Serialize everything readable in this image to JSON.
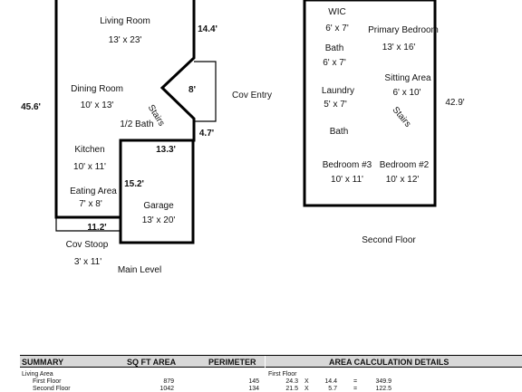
{
  "plan": {
    "main_level": {
      "label": "Main Level",
      "height_dim": "45.6'",
      "rooms": [
        {
          "name": "Living Room",
          "size": "13' x 23'"
        },
        {
          "name": "Dining Room",
          "size": "10' x 13'"
        },
        {
          "name": "Kitchen",
          "size": "10' x 11'"
        },
        {
          "name": "Eating Area",
          "size": "7' x 8'"
        },
        {
          "name": "Garage",
          "size": "13' x 20'"
        },
        {
          "name": "1/2 Bath"
        },
        {
          "name": "Stairs"
        },
        {
          "name": "Cov Entry"
        },
        {
          "name": "Cov Stoop",
          "size": "3' x 11'"
        }
      ],
      "dims": {
        "d1": "14.4'",
        "d2": "8'",
        "d3": "4.7'",
        "d4": "13.3'",
        "d5": "15.2'",
        "d6": "11.2'"
      }
    },
    "second_floor": {
      "label": "Second Floor",
      "height_dim": "42.9'",
      "rooms": [
        {
          "name": "WIC",
          "size": "6' x 7'"
        },
        {
          "name": "Primary Bedroom",
          "size": "13' x 16'"
        },
        {
          "name": "Bath",
          "size": "6' x 7'"
        },
        {
          "name": "Sitting Area",
          "size": "6' x 10'"
        },
        {
          "name": "Laundry",
          "size": "5' x 7'"
        },
        {
          "name": "Stairs"
        },
        {
          "name": "Bath"
        },
        {
          "name": "Bedroom #3",
          "size": "10' x 11'"
        },
        {
          "name": "Bedroom #2",
          "size": "10' x 12'"
        }
      ]
    }
  },
  "summary": {
    "headers": [
      "SUMMARY",
      "SQ FT AREA",
      "PERIMETER",
      "AREA CALCULATION DETAILS"
    ],
    "section": "Living Area",
    "rows": [
      {
        "name": "First Floor",
        "area": "879",
        "perimeter": "145"
      },
      {
        "name": "Second Floor",
        "area": "1042",
        "perimeter": "134"
      }
    ],
    "details_title": "First Floor",
    "details": [
      {
        "a": "24.3",
        "op": "X",
        "b": "14.4",
        "eq": "=",
        "result": "349.9"
      },
      {
        "a": "21.5",
        "op": "X",
        "b": "5.7",
        "eq": "=",
        "result": "122.5"
      }
    ]
  }
}
